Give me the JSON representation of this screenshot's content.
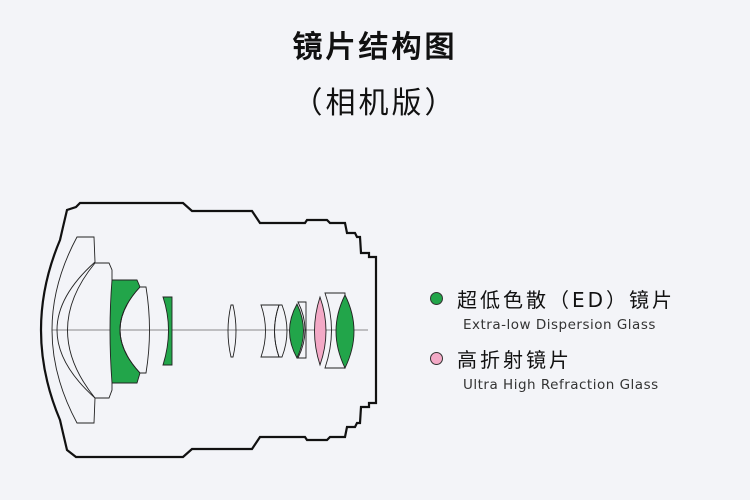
{
  "title": "镜片结构图",
  "subtitle": "（相机版）",
  "legend": [
    {
      "label_zh": "超低色散（ED）镜片",
      "label_en": "Extra-low Dispersion Glass",
      "color": "#22a54a"
    },
    {
      "label_zh": "高折射镜片",
      "label_en": "Ultra High Refraction Glass",
      "color": "#f3a9c6"
    }
  ]
}
